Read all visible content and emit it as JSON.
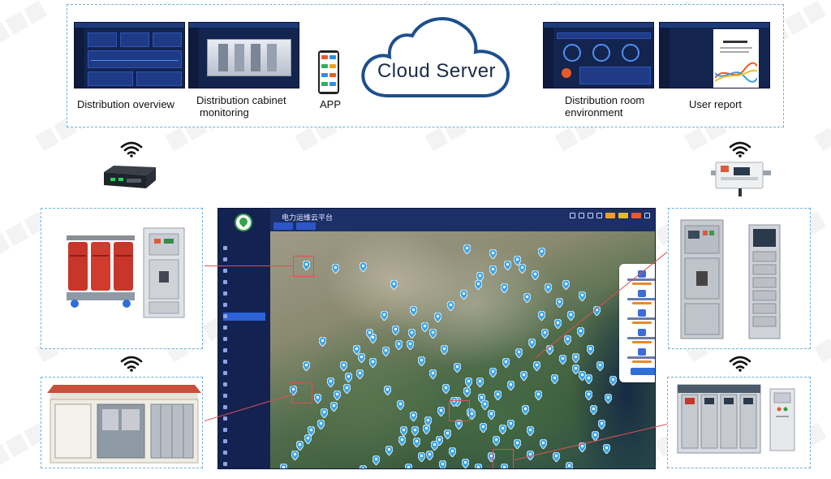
{
  "top_panel": {
    "cloud_label": "Cloud Server",
    "captions": {
      "distribution_overview": "Distribution overview",
      "cabinet_monitoring_line1": "Distribution cabinet",
      "cabinet_monitoring_line2": "monitoring",
      "app": "APP",
      "room_environment_line1": "Distribution room",
      "room_environment_line2": "environment",
      "user_report": "User report"
    }
  },
  "dashboard": {
    "title": "电力运维云平台"
  },
  "colors": {
    "border_dashed": "#6fb2dc",
    "cloud_stroke": "#1d4f8c",
    "dashboard_bg": "#1a2a55",
    "map_pin": "#3aa6ea",
    "highlight_red": "#e05050",
    "transformer_red": "#c8352a"
  },
  "icons": [
    "cloud-icon",
    "wifi-icon",
    "phone-icon",
    "gateway-icon",
    "meter-icon",
    "map-pin-icon"
  ]
}
